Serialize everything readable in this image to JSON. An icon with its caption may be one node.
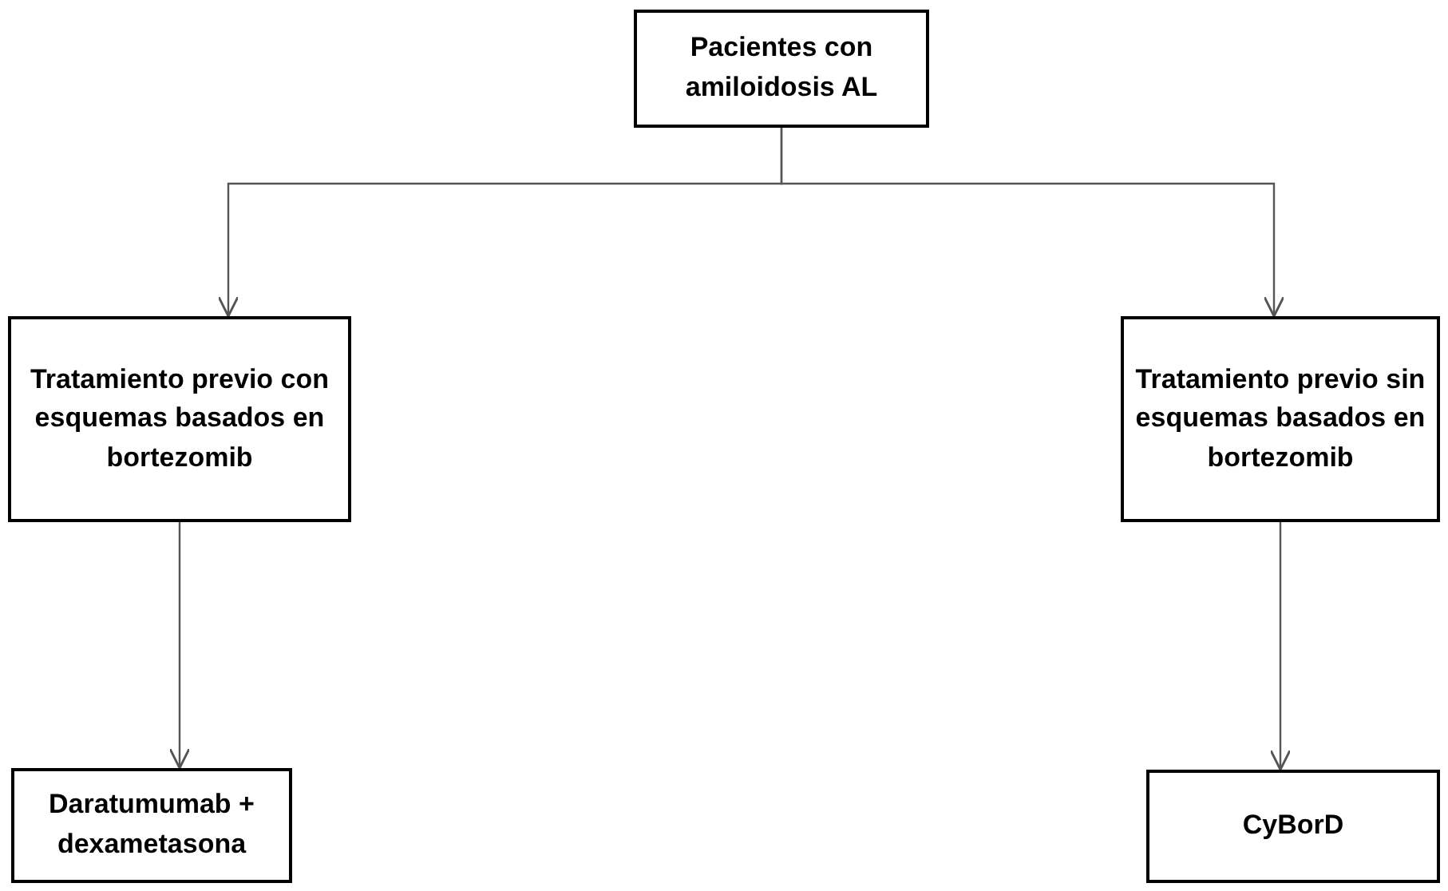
{
  "diagram": {
    "nodes": [
      {
        "text": [
          "Pacientes con amiloidosis AL"
        ]
      },
      {
        "text": [
          "Tratamiento previo con esquemas basados en bortezomib"
        ]
      },
      {
        "text": [
          "Tratamiento previo sin esquemas basados en bortezomib"
        ]
      },
      {
        "text": [
          "Daratumumab + dexametasona"
        ]
      },
      {
        "text": [
          "CyBorD"
        ]
      }
    ],
    "edges": [
      {
        "from": 0,
        "to": 1,
        "arrow": "to"
      },
      {
        "from": 0,
        "to": 2,
        "arrow": "to"
      },
      {
        "from": 1,
        "to": 3,
        "arrow": "to"
      },
      {
        "from": 2,
        "to": 4,
        "arrow": "to"
      }
    ]
  }
}
